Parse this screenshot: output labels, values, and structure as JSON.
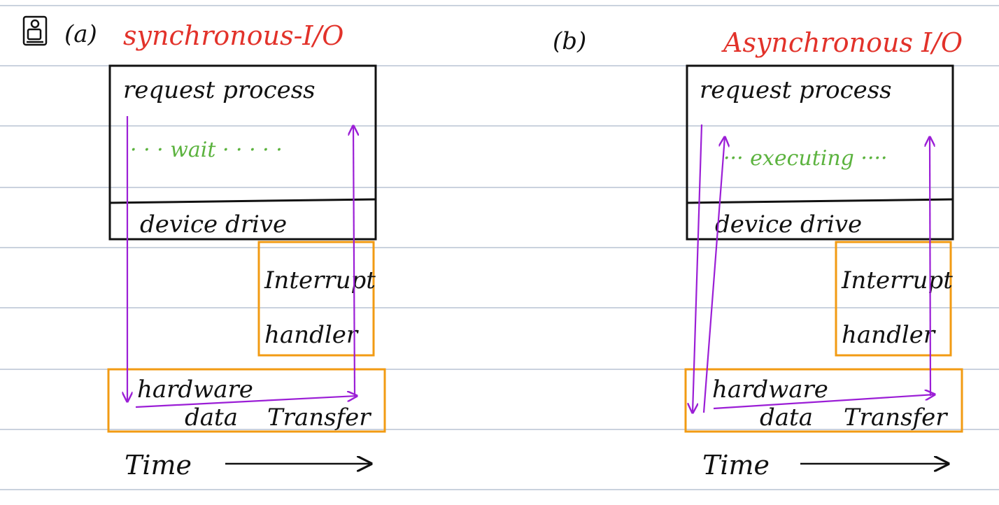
{
  "colors": {
    "ruled_line": "#b9c4d3",
    "ink": "#111111",
    "title_red": "#e2322a",
    "arrow_purple": "#9b1ed6",
    "box_orange": "#f29b13",
    "wait_green": "#5cb33f"
  },
  "icons": [
    "document-glyph-icon"
  ],
  "panel_a": {
    "tag": "(a)",
    "title": "synchronous-I/O",
    "process_label": "request process",
    "status_text": "· · · wait · · · · ·",
    "driver_label": "device drive",
    "interrupt_line1": "Interrupt",
    "interrupt_line2": "handler",
    "hardware_label": "hardware",
    "transfer_label1": "data",
    "transfer_label2": "Transfer",
    "time_label": "Time"
  },
  "panel_b": {
    "tag": "(b)",
    "title": "Asynchronous I/O",
    "process_label": "request process",
    "status_text": "··· executing ····",
    "driver_label": "device drive",
    "interrupt_line1": "Interrupt",
    "interrupt_line2": "handler",
    "hardware_label": "hardware",
    "transfer_label1": "data",
    "transfer_label2": "Transfer",
    "time_label": "Time"
  }
}
